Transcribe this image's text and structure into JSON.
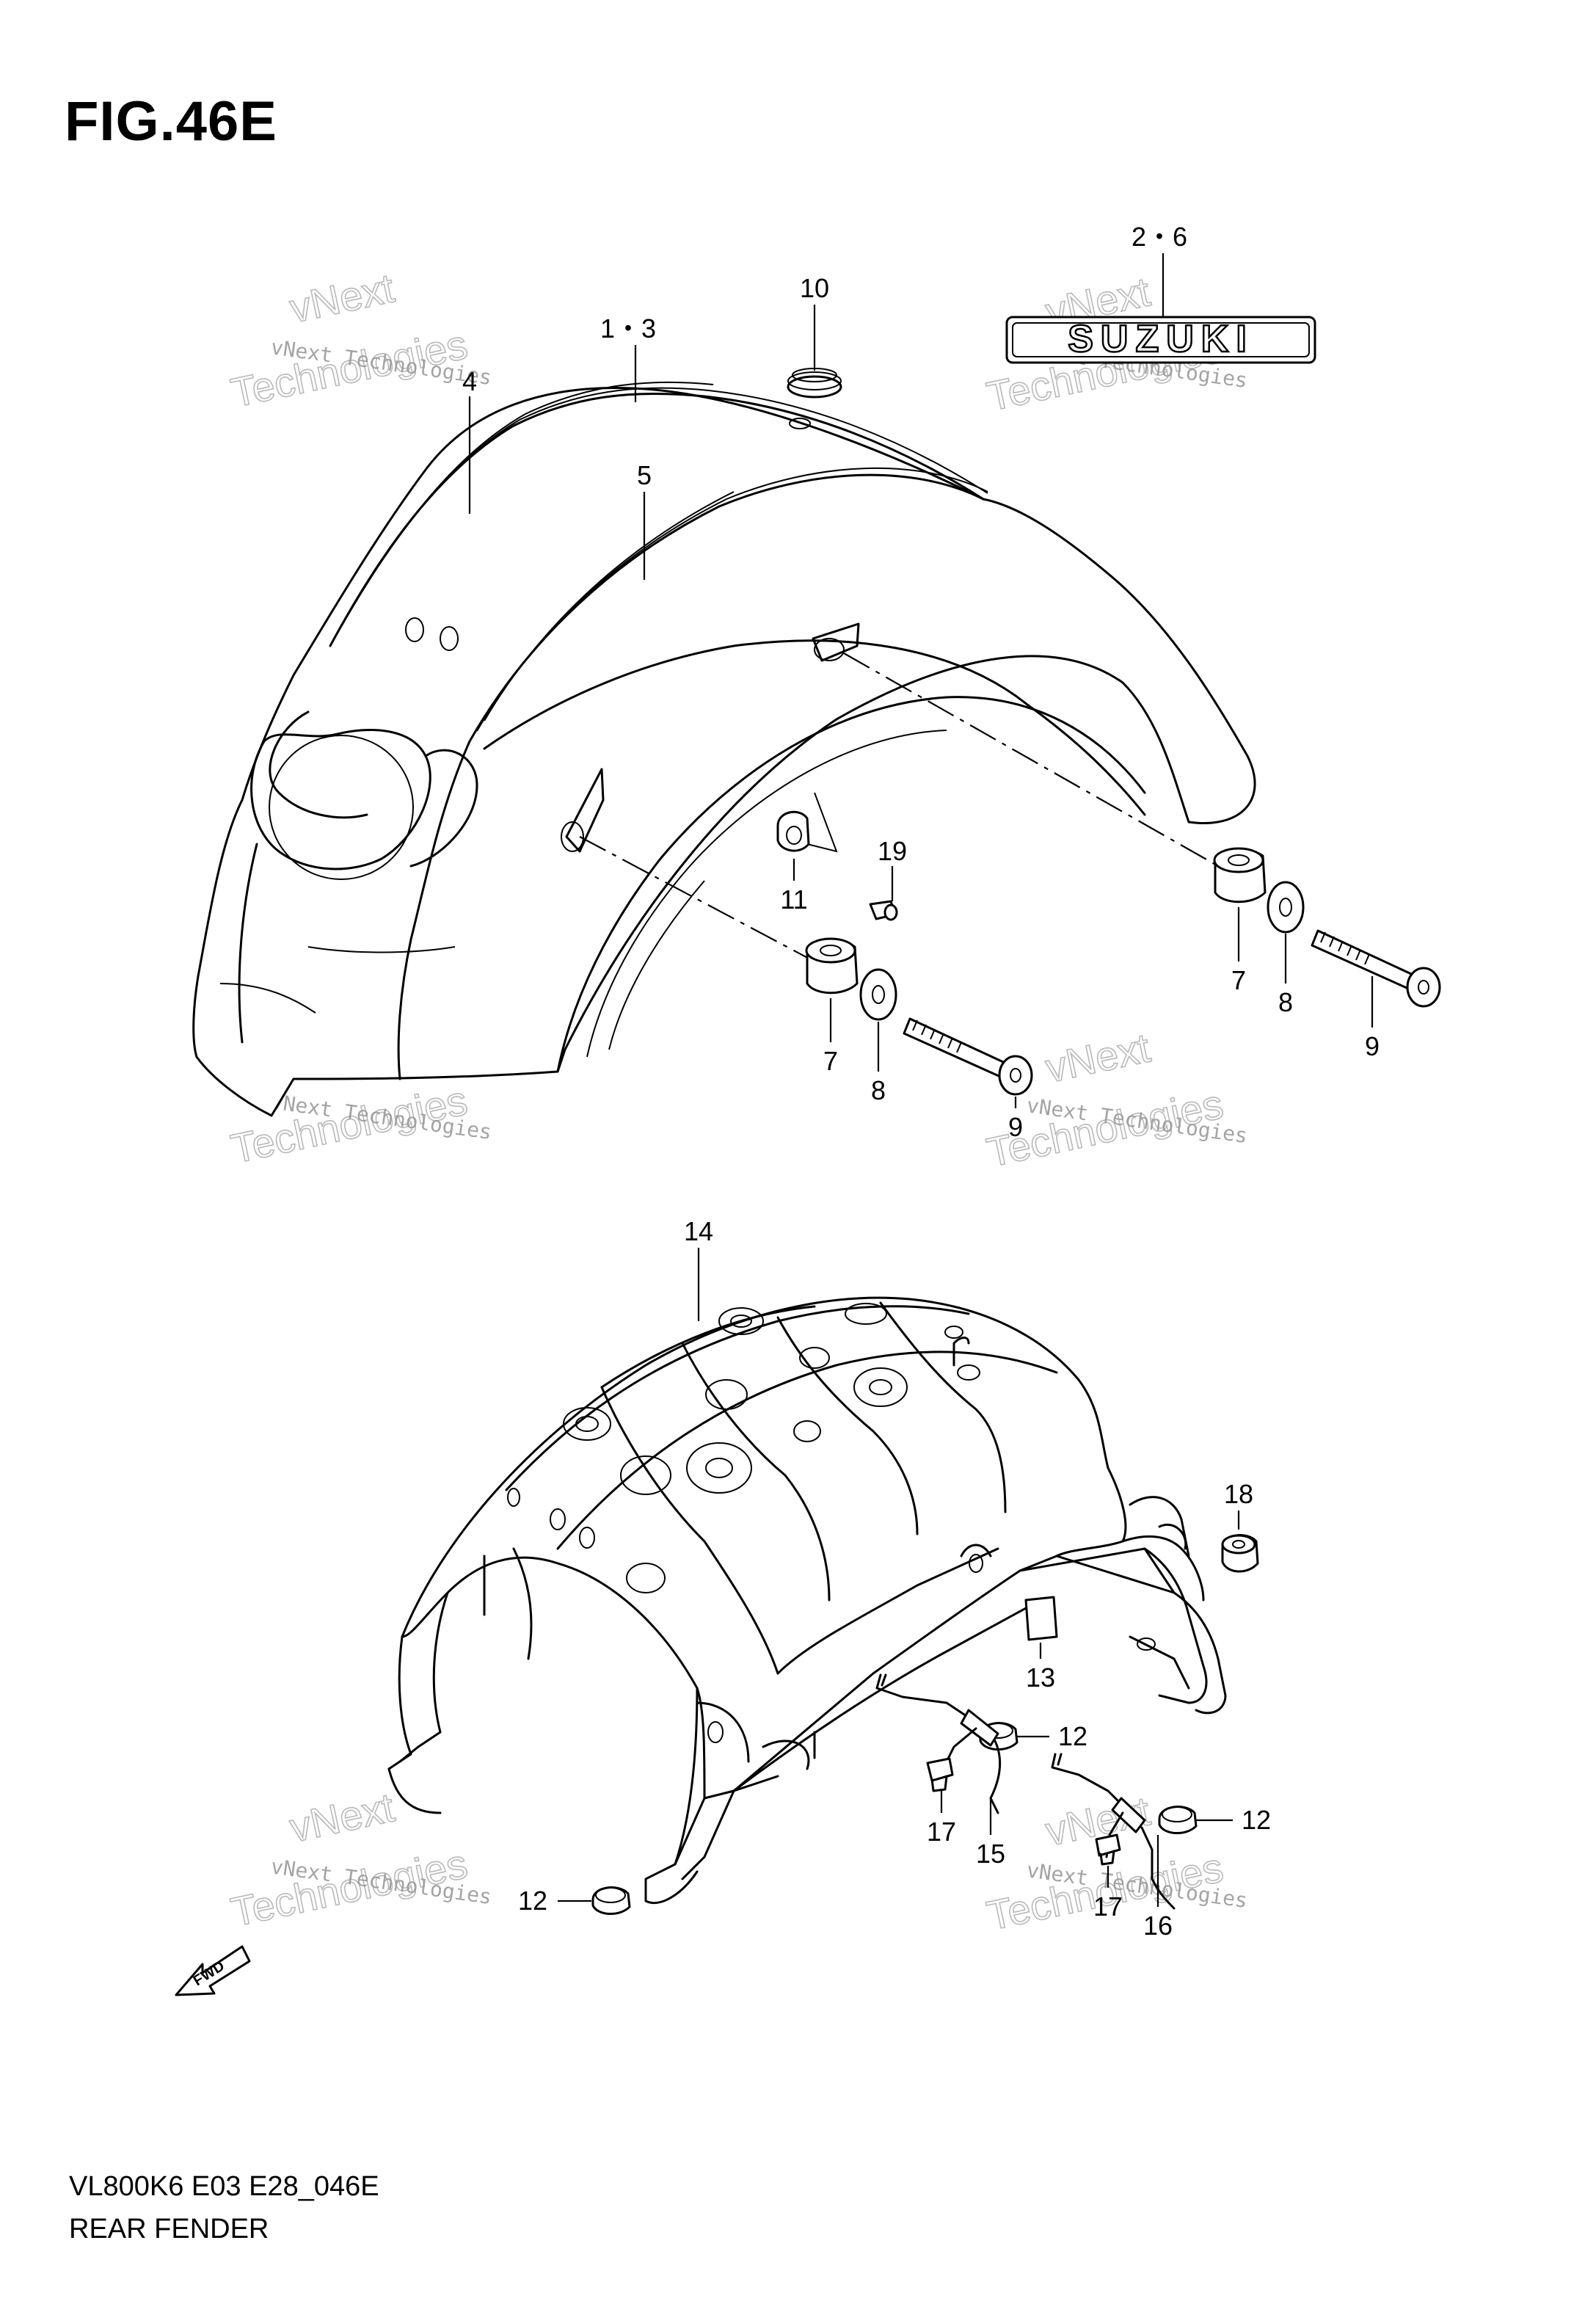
{
  "figure": {
    "title": "FIG.46E",
    "model_code": "VL800K6 E03 E28_046E",
    "name": "REAR FENDER"
  },
  "watermark": {
    "line1": "vNext Technologies",
    "line2": "vNext",
    "line3": "Technologies"
  },
  "emblem_text": "SUZUKI",
  "fwd_text": "FWD",
  "callouts": {
    "c1_3": "1・3",
    "c2_6": "2・6",
    "c4": "4",
    "c5": "5",
    "c7a": "7",
    "c7b": "7",
    "c8a": "8",
    "c8b": "8",
    "c9a": "9",
    "c9b": "9",
    "c10": "10",
    "c11": "11",
    "c12a": "12",
    "c12b": "12",
    "c12c": "12",
    "c13": "13",
    "c14": "14",
    "c15": "15",
    "c16": "16",
    "c17a": "17",
    "c17b": "17",
    "c18": "18",
    "c19": "19"
  }
}
